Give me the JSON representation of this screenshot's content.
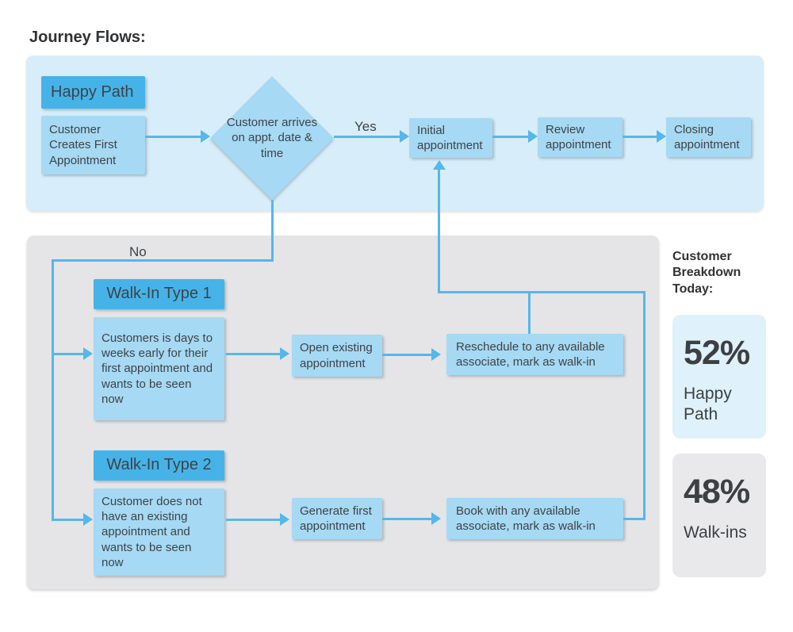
{
  "title": "Journey Flows:",
  "colors": {
    "accent": "#55B7EB",
    "node_fill": "#A6D9F3",
    "node_strong_fill": "#46B3E8",
    "happy_panel_bg": "#D7EDF9",
    "walkin_panel_bg": "#E5E5E7",
    "stat_card_blue": "#DFF1FA",
    "stat_card_gray": "#E9E9EB",
    "text": "#3E4347"
  },
  "flow": {
    "happy_path": {
      "header": "Happy Path",
      "start": "Customer Creates First Appointment",
      "decision": "Customer arrives on appt. date & time",
      "yes_label": "Yes",
      "no_label": "No",
      "initial": "Initial appointment",
      "review": "Review appointment",
      "closing": "Closing appointment"
    },
    "walk_in_1": {
      "header": "Walk-In Type 1",
      "description": "Customers is days to weeks early for their first appointment and wants to be seen now",
      "step1": "Open existing appointment",
      "step2": "Reschedule to any available associate, mark as walk-in"
    },
    "walk_in_2": {
      "header": "Walk-In Type 2",
      "description": "Customer does not have an existing appointment and wants to be seen now",
      "step1": "Generate first appointment",
      "step2": "Book with any available associate, mark as walk-in"
    }
  },
  "breakdown": {
    "heading": "Customer Breakdown Today:",
    "stats": [
      {
        "value": "52%",
        "label": "Happy Path"
      },
      {
        "value": "48%",
        "label": "Walk-ins"
      }
    ]
  }
}
